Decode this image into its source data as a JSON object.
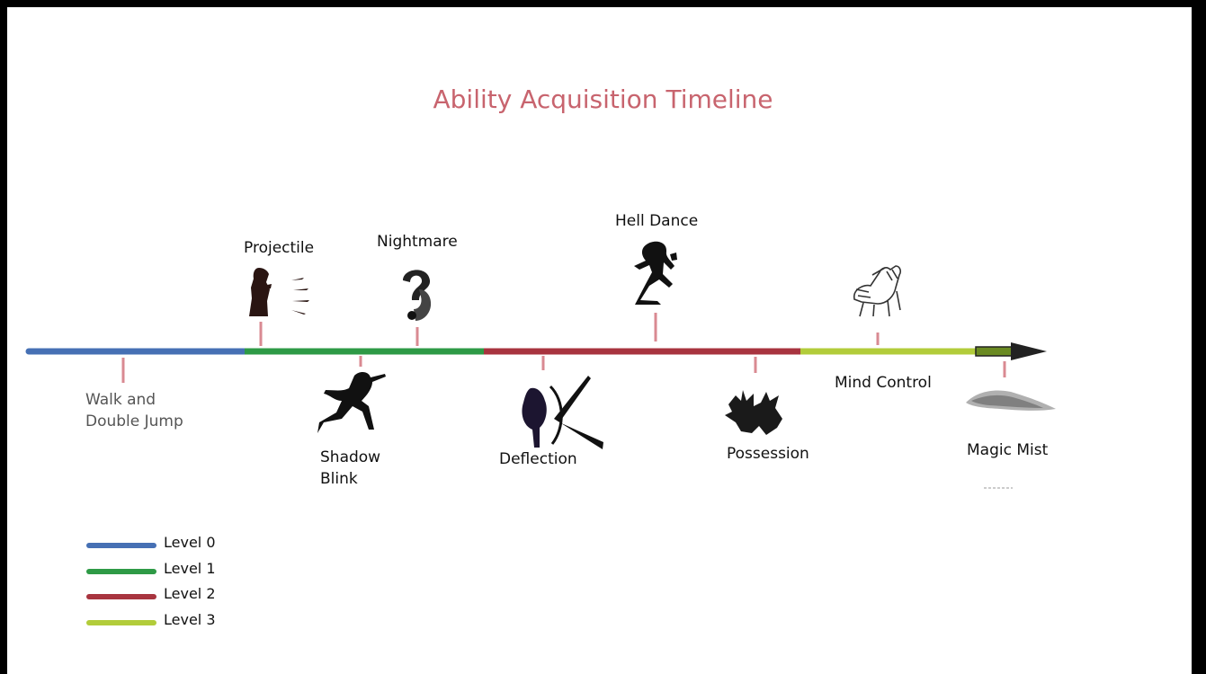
{
  "title": "Ability Acquisition Timeline",
  "colors": {
    "level0": "#4670b4",
    "level1": "#2e9a46",
    "level2": "#a8343f",
    "level3": "#b2cc3a",
    "tick": "#d98a92",
    "title": "#c8646e"
  },
  "abilities": [
    {
      "label": "Walk  and\nDouble Jump",
      "icon": "none"
    },
    {
      "label": "Projectile",
      "icon": "mage-casting-icon"
    },
    {
      "label": "Shadow\n Blink",
      "icon": "ninja-leaping-icon"
    },
    {
      "label": "Nightmare",
      "icon": "question-head-icon"
    },
    {
      "label": "Deflection",
      "icon": "deflect-weapon-icon"
    },
    {
      "label": "Hell Dance",
      "icon": "dancing-figure-icon"
    },
    {
      "label": "Possession",
      "icon": "possessed-monster-icon"
    },
    {
      "label": "Mind Control",
      "icon": "puppet-hand-icon"
    },
    {
      "label": "Magic Mist",
      "icon": "mist-cloud-icon"
    }
  ],
  "legend": [
    {
      "label": "Level 0"
    },
    {
      "label": "Level 1"
    },
    {
      "label": "Level 2"
    },
    {
      "label": "Level 3"
    }
  ]
}
